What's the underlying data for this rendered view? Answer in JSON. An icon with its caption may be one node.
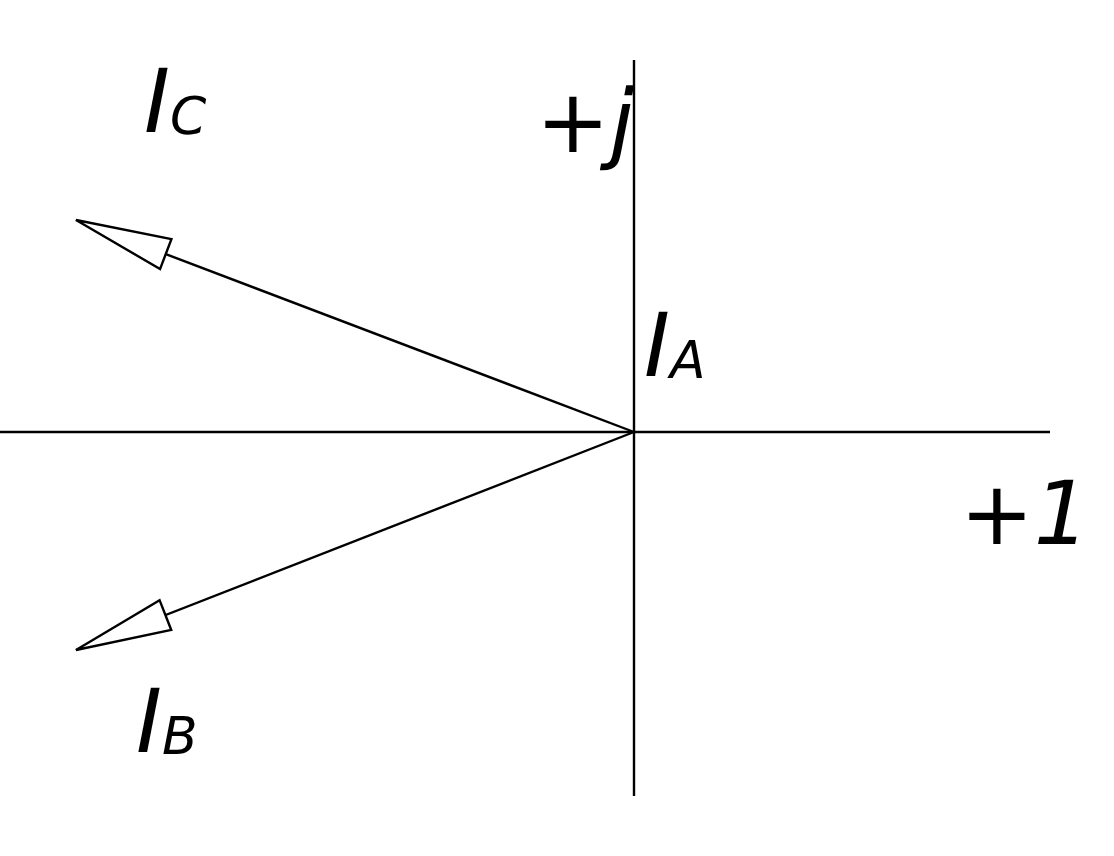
{
  "diagram": {
    "labels": [
      "I$_{C}$",
      "+j",
      "I$_{A}$",
      "+1",
      "I$_{B}$"
    ]
  }
}
